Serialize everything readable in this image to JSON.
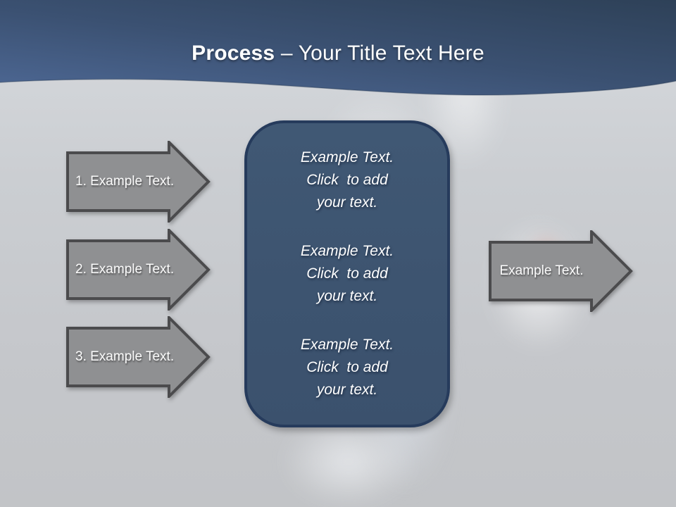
{
  "slide": {
    "title": {
      "bold": "Process",
      "rest": " – Your Title Text Here"
    },
    "left_arrows": [
      {
        "label": "1. Example Text."
      },
      {
        "label": "2. Example Text."
      },
      {
        "label": "3. Example Text."
      }
    ],
    "right_arrow": {
      "label": "Example Text."
    },
    "center_box": {
      "blocks": [
        {
          "text": "Example Text.\nClick  to add\nyour text."
        },
        {
          "text": "Example Text.\nClick  to add\nyour text."
        },
        {
          "text": "Example Text.\nClick  to add\nyour text."
        }
      ]
    },
    "colors": {
      "header_blue_dark": "#2e4158",
      "header_blue_light": "#4b6590",
      "background_gray": "#c6c8cb",
      "arrow_fill": "#8f9092",
      "arrow_border": "#4b4b4d",
      "box_fill": "#3d5470",
      "box_border": "#263b5c",
      "text_white": "#ffffff"
    }
  }
}
